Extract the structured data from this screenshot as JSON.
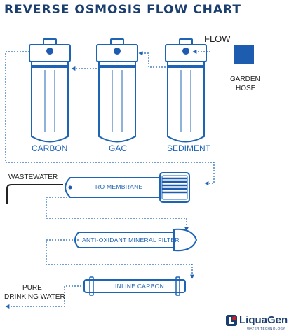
{
  "title": "REVERSE OSMOSIS FLOW CHART",
  "flow_label": "FLOW",
  "source_label": [
    "GARDEN",
    "HOSE"
  ],
  "filters": {
    "carbon": "CARBON",
    "gac": "GAC",
    "sediment": "SEDIMENT"
  },
  "wastewater_label": "WASTEWATER",
  "ro_membrane_label": "RO MEMBRANE",
  "mineral_filter_label": "ANTI-OXIDANT MINERAL FILTER",
  "inline_carbon_label": "INLINE CARBON",
  "output_label": [
    "PURE",
    "DRINKING WATER"
  ],
  "brand": {
    "name": "LiquaGen",
    "tagline": "WATER TECHNOLOGY"
  },
  "colors": {
    "line": "#1e64b4",
    "title": "#1a3e6e",
    "hose_block": "#1e5cb0",
    "logo_red": "#c8202a"
  }
}
